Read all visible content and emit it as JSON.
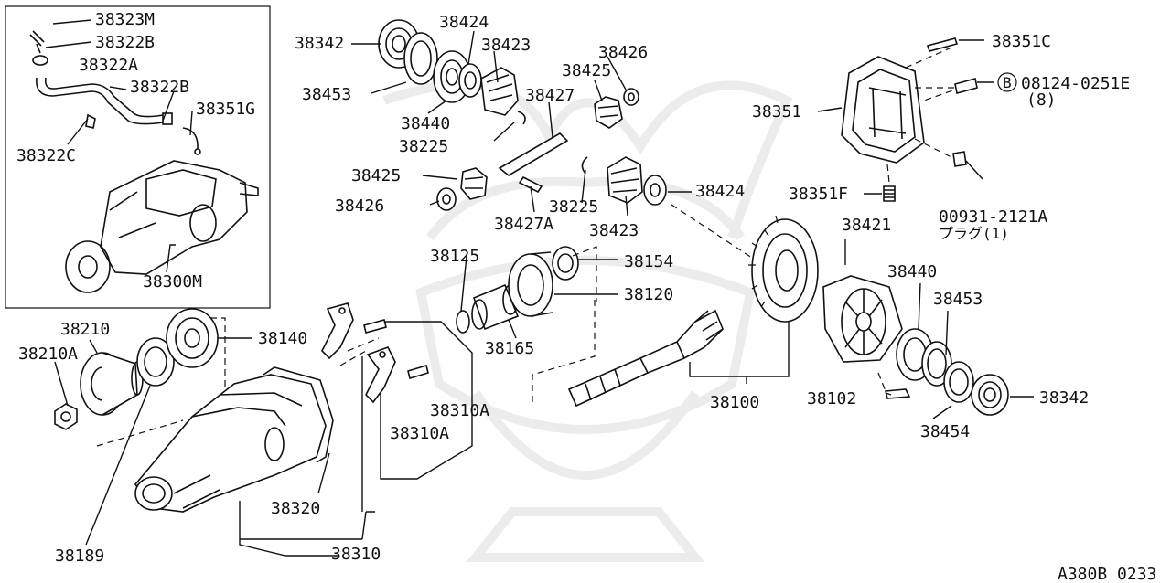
{
  "diagram_code": "A380B 0233",
  "labels": {
    "p38323M": "38323M",
    "p38322B_top": "38322B",
    "p38322A": "38322A",
    "p38322B_mid": "38322B",
    "p38351G": "38351G",
    "p38322C": "38322C",
    "p38300M": "38300M",
    "p38342_top": "38342",
    "p38424_top": "38424",
    "p38423_top": "38423",
    "p38426_top": "38426",
    "p38425_top": "38425",
    "p38453_top": "38453",
    "p38427": "38427",
    "p38440_top": "38440",
    "p38225_left": "38225",
    "p38425_mid": "38425",
    "p38426_mid": "38426",
    "p38427A": "38427A",
    "p38225_right": "38225",
    "p38423_mid": "38423",
    "p38424_mid": "38424",
    "p38351C": "38351C",
    "p08124": "08124-0251E",
    "p08124_qty": "(8)",
    "p38351": "38351",
    "p38351F": "38351F",
    "p00931": "00931-2121A",
    "p00931_note": "プラグ(1)",
    "p38421": "38421",
    "p38440_right": "38440",
    "p38453_right": "38453",
    "p38125": "38125",
    "p38154": "38154",
    "p38120": "38120",
    "p38165": "38165",
    "p38210": "38210",
    "p38210A": "38210A",
    "p38140": "38140",
    "p38310A_1": "38310A",
    "p38310A_2": "38310A",
    "p38100": "38100",
    "p38102": "38102",
    "p38342_right": "38342",
    "p38454": "38454",
    "p38320": "38320",
    "p38189": "38189",
    "p38310": "38310"
  },
  "bolt_marker": "B",
  "watermark_icon": "samurai-helmet-watermark-icon"
}
